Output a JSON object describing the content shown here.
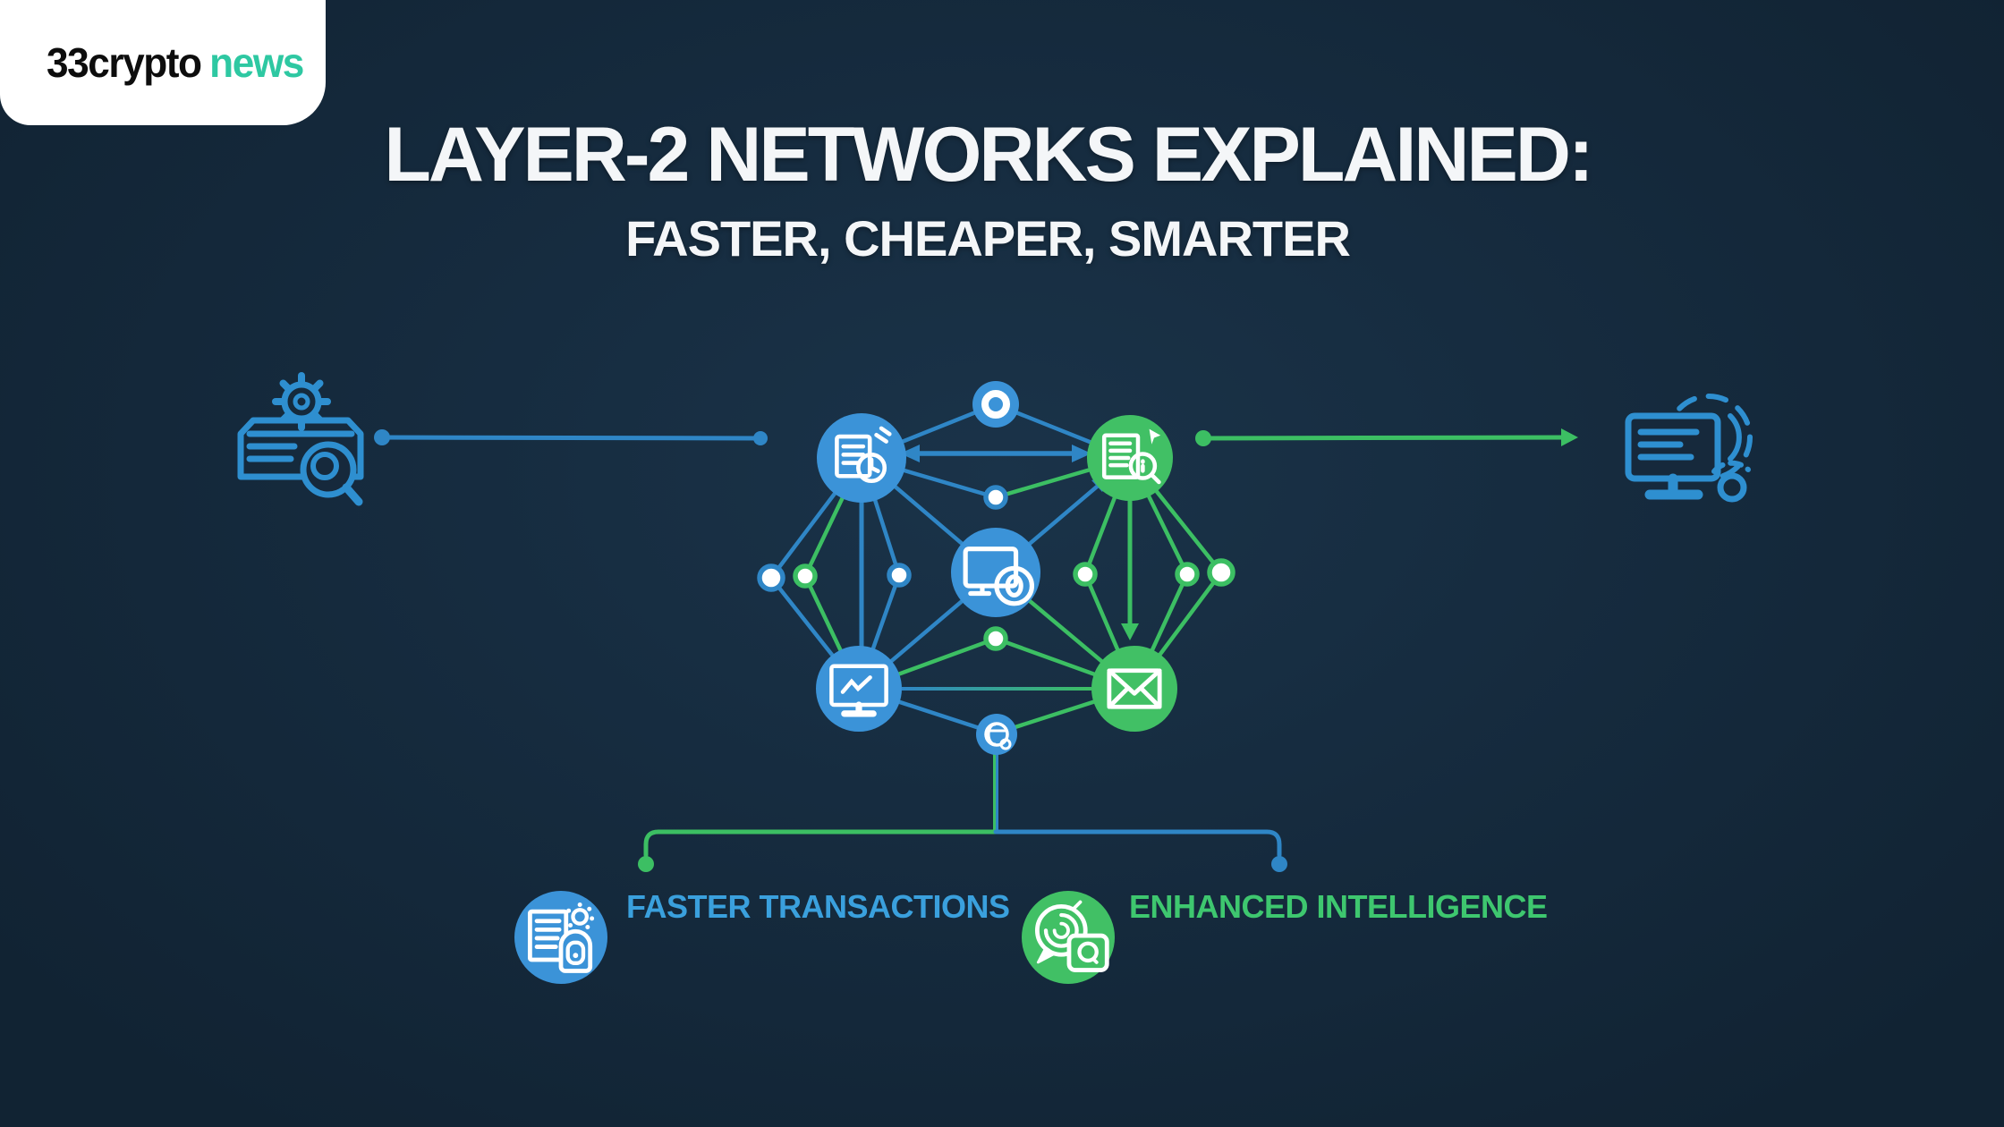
{
  "logo": {
    "prefix": "33crypto",
    "suffix": "news"
  },
  "title": {
    "line1": "LAYER-2 NETWORKS EXPLAINED:",
    "line2": "FASTER, CHEAPER, SMARTER"
  },
  "colors": {
    "bg": "#152a3d",
    "card": "#ffffff",
    "logo_text": "#0d0d0d",
    "logo_accent": "#2ec8a2",
    "title": "#f4f6f8",
    "node_blue": "#3b93d8",
    "node_green": "#41c065",
    "line_blue": "#2f86c6",
    "line_green": "#3cbf63",
    "outline_icon": "#2e8fd0",
    "label_blue": "#3aa0dd",
    "label_green": "#3ec76f"
  },
  "network": {
    "nodes": [
      {
        "id": "top-ring",
        "icon": "ring-icon",
        "color": "blue"
      },
      {
        "id": "upper-left",
        "icon": "document-clock-icon",
        "color": "blue"
      },
      {
        "id": "upper-right",
        "icon": "document-search-icon",
        "color": "green"
      },
      {
        "id": "center",
        "icon": "monitor-lens-icon",
        "color": "blue"
      },
      {
        "id": "lower-left",
        "icon": "monitor-chart-icon",
        "color": "blue"
      },
      {
        "id": "lower-right",
        "icon": "envelope-icon",
        "color": "green"
      },
      {
        "id": "bottom-hub",
        "icon": "globe-icon",
        "color": "blue"
      }
    ],
    "side_icons": [
      {
        "side": "left",
        "icon": "gear-document-search-icon"
      },
      {
        "side": "right",
        "icon": "monitor-signal-icon"
      }
    ]
  },
  "benefits": [
    {
      "label": "FASTER TRANSACTIONS",
      "icon": "document-badge-icon",
      "color": "blue"
    },
    {
      "label": "ENHANCED INTELLIGENCE",
      "icon": "chat-badge-icon",
      "color": "green"
    }
  ]
}
